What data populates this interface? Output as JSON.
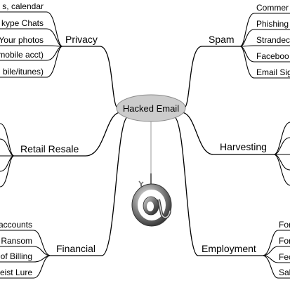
{
  "center": {
    "label": "Hacked Email"
  },
  "branches": [
    {
      "key": "privacy",
      "label": "Privacy",
      "leaves": [
        "s, calendar",
        "kype Chats",
        "Your photos",
        "mobile acct)",
        "bile/itunes)"
      ]
    },
    {
      "key": "spam",
      "label": "Spam",
      "leaves": [
        "Commer",
        "Phishing",
        "Strandec",
        "Faceboo",
        "Email Sig"
      ]
    },
    {
      "key": "retail",
      "label": "Retail Resale",
      "leaves": []
    },
    {
      "key": "harvesting",
      "label": "Harvesting",
      "leaves": []
    },
    {
      "key": "financial",
      "label": "Financial",
      "leaves": [
        "accounts",
        "Ransom",
        "of Billing",
        "eist Lure"
      ]
    },
    {
      "key": "employment",
      "label": "Employment",
      "leaves": [
        "For",
        "For",
        "Fec",
        "Sal"
      ]
    }
  ],
  "icons": {
    "hook": "fishing-hook-icon",
    "at": "at-sign-icon"
  },
  "colors": {
    "line": "#000000",
    "center_fill": "#cccccc",
    "center_stroke": "#888888",
    "hook_line": "#999999"
  }
}
